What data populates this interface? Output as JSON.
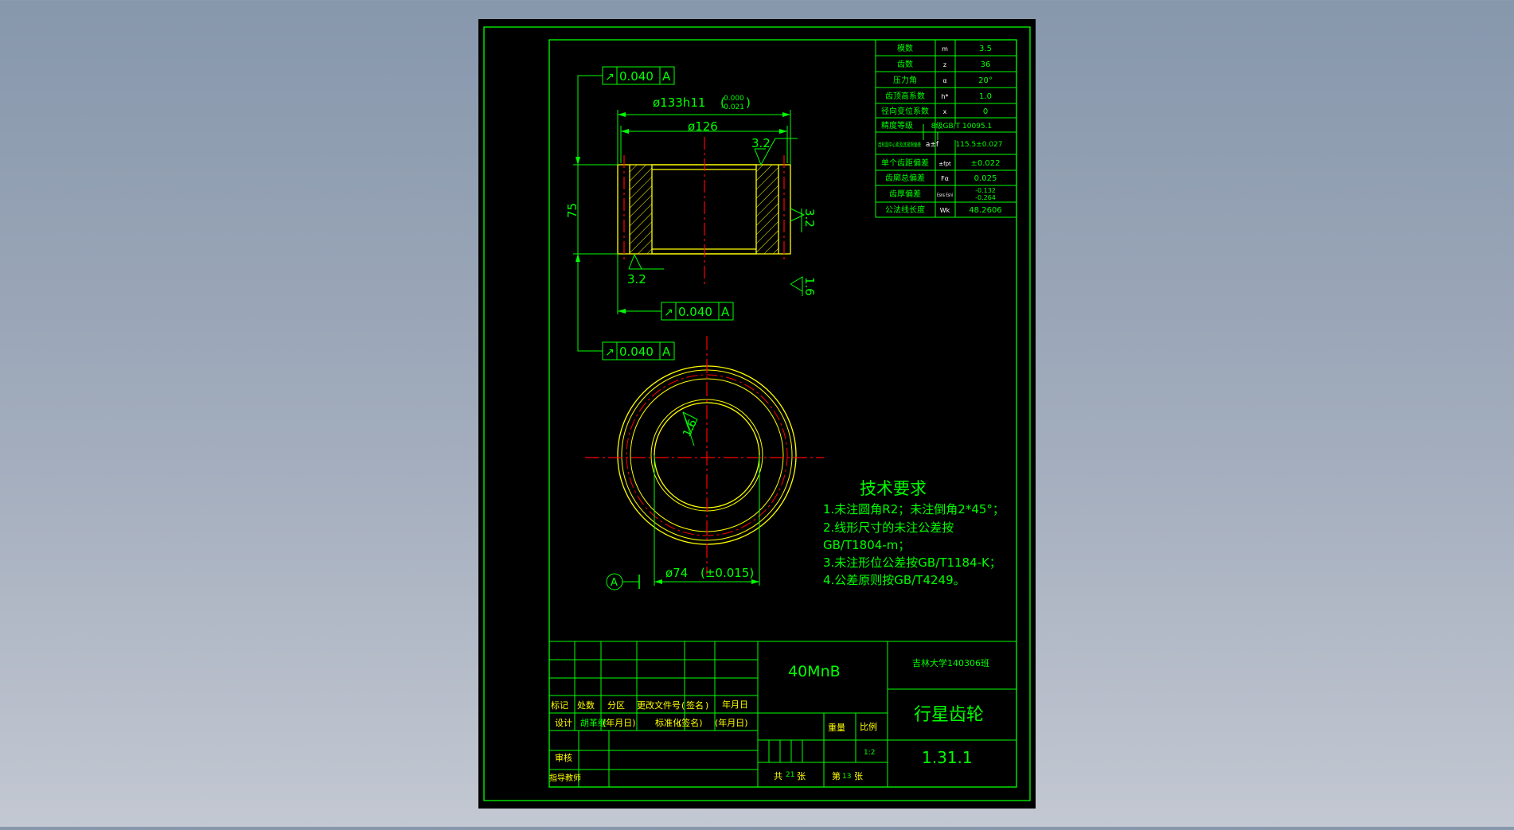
{
  "colors": {
    "background_top": "#8797ac",
    "background_bottom": "#c3c8d2",
    "sheet": "#000000",
    "frame_line": "#00ff00",
    "text_green": "#00ff00",
    "text_yellow": "#ffff00",
    "center_line": "#ff0000",
    "hatch": "#ffff00"
  },
  "dimensions": {
    "outer_diameter": "ø133h11",
    "outer_tol_upper": "0.000",
    "outer_tol_lower": "-0.021",
    "inner_line_diameter": "ø126",
    "width": "75",
    "bore_diameter": "ø74",
    "bore_tol": "(±0.015)",
    "datum": "A"
  },
  "tolerances": [
    {
      "symbol": "↗",
      "value": "0.040",
      "datum": "A"
    },
    {
      "symbol": "↗",
      "value": "0.040",
      "datum": "A"
    },
    {
      "symbol": "↗",
      "value": "0.040",
      "datum": "A"
    }
  ],
  "roughness": {
    "top_right": "3.2",
    "right_face": "3.2",
    "bottom_left": "3.2",
    "right_lower": "1.6",
    "bore": "1.6"
  },
  "gear_params": [
    {
      "name": "模数",
      "symbol": "m",
      "value": "3.5"
    },
    {
      "name": "齿数",
      "symbol": "z",
      "value": "36"
    },
    {
      "name": "压力角",
      "symbol": "α",
      "value": "20°"
    },
    {
      "name": "齿顶高系数",
      "symbol": "h*",
      "value": "1.0"
    },
    {
      "name": "径向变位系数",
      "symbol": "x",
      "value": "0"
    },
    {
      "name": "精度等级",
      "symbol": "",
      "value": "8级GB/T 10095.1"
    },
    {
      "name": "齿轮副中心距及其极限偏差",
      "symbol": "a±f",
      "value": "115.5±0.027"
    },
    {
      "name": "单个齿距偏差",
      "symbol": "±fpt",
      "value": "±0.022"
    },
    {
      "name": "齿廓总偏差",
      "symbol": "Fα",
      "value": "0.025"
    },
    {
      "name": "齿厚偏差",
      "symbol": "Esns Esni",
      "value": "-0.132",
      "value2": "-0.264"
    },
    {
      "name": "公法线长度",
      "symbol": "Wk",
      "value": "48.2606"
    }
  ],
  "tech_req": {
    "title": "技术要求",
    "lines": [
      "1.未注圆角R2；未注倒角2*45°；",
      "2.线形尺寸的未注公差按",
      "GB/T1804-m；",
      "3.未注形位公差按GB/T1184-K；",
      "4.公差原则按GB/T4249。"
    ]
  },
  "title_block": {
    "material": "40MnB",
    "school": "吉林大学140306班",
    "part_name": "行星齿轮",
    "drawing_no": "1.31.1",
    "col_headers": [
      "标记",
      "处数",
      "分区",
      "更改文件号",
      "签名",
      "年月日"
    ],
    "design_label": "设计",
    "designer": "胡革继",
    "date_label": "(年月日)",
    "std_label": "标准化",
    "sign_label": "(签名)",
    "date_label2": "(年月日)",
    "review_label": "审核",
    "teacher_label": "指导教师",
    "weight_label": "重量",
    "scale_label": "比例",
    "scale": "1:2",
    "total_prefix": "共",
    "total": "21",
    "sheet_unit": "张",
    "sheet_prefix": "第",
    "sheet_no": "13",
    "sheet_unit2": "张"
  }
}
